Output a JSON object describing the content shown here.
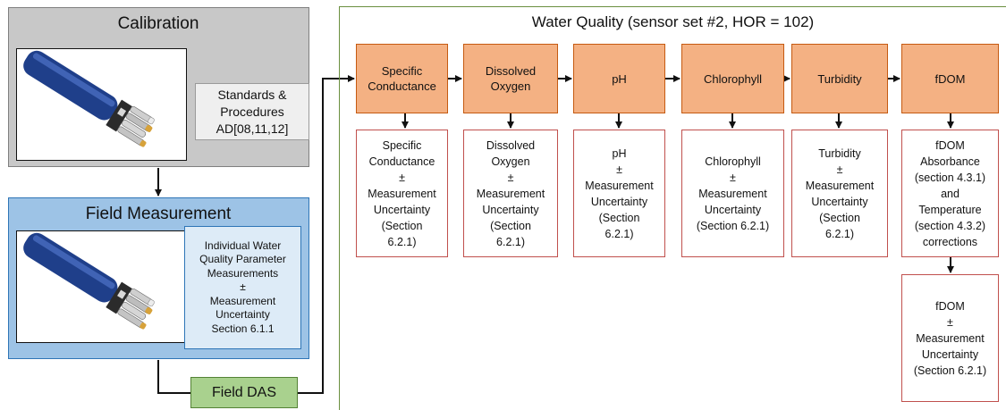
{
  "calibration": {
    "title": "Calibration",
    "standards_text": "Standards &\nProcedures\nAD[08,11,12]"
  },
  "field_measurement": {
    "title": "Field Measurement",
    "measurements_text": "Individual Water\nQuality Parameter\nMeasurements\n±\nMeasurement\nUncertainty\nSection 6.1.1"
  },
  "field_das": {
    "label": "Field DAS"
  },
  "water_quality": {
    "title": "Water Quality (sensor set #2, HOR = 102)",
    "sensors": [
      {
        "label": "Specific\nConductance",
        "output": "Specific\nConductance\n±\nMeasurement\nUncertainty\n(Section\n6.2.1)"
      },
      {
        "label": "Dissolved\nOxygen",
        "output": "Dissolved\nOxygen\n±\nMeasurement\nUncertainty\n(Section\n6.2.1)"
      },
      {
        "label": "pH",
        "output": "pH\n±\nMeasurement\nUncertainty\n(Section\n6.2.1)"
      },
      {
        "label": "Chlorophyll",
        "output": "Chlorophyll\n±\nMeasurement\nUncertainty\n(Section 6.2.1)"
      },
      {
        "label": "Turbidity",
        "output": "Turbidity\n±\nMeasurement\nUncertainty\n(Section\n6.2.1)"
      },
      {
        "label": "fDOM",
        "output": "fDOM\nAbsorbance\n(section 4.3.1)\nand\nTemperature\n(section 4.3.2)\ncorrections"
      }
    ],
    "fdom_final": "fDOM\n±\nMeasurement\nUncertainty\n(Section 6.2.1)"
  }
}
